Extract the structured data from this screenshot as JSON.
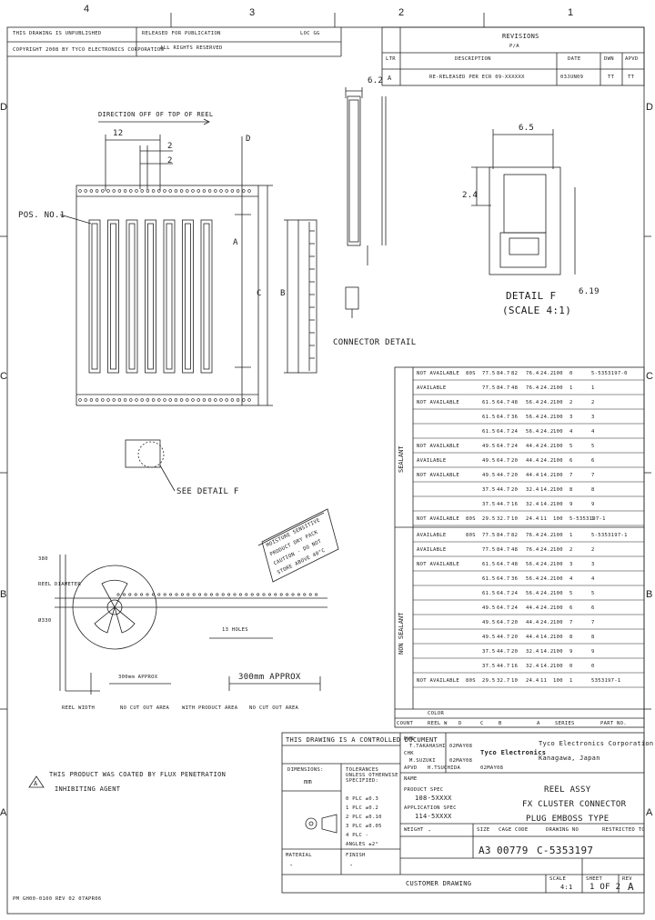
{
  "zones": {
    "columns": [
      "4",
      "3",
      "2",
      "1"
    ],
    "rows": [
      "D",
      "C",
      "B",
      "A"
    ]
  },
  "header": {
    "left_line1": "THIS DRAWING IS UNPUBLISHED",
    "left_line2": "COPYRIGHT 2008 BY TYCO ELECTRONICS CORPORATION",
    "mid_line1": "RELEASED FOR PUBLICATION",
    "mid_line2": "ALL RIGHTS RESERVED",
    "date_code": "LOC GG"
  },
  "revisions": {
    "title": "REVISIONS",
    "cols": [
      "LTR",
      "DESCRIPTION",
      "DATE",
      "DWN",
      "APVD"
    ],
    "sub": "P/A",
    "row_ltr": "A",
    "row_desc": "RE-RELEASED PER ECR 09-XXXXXX",
    "row_date": "03JUN09",
    "row_dwn": "TT",
    "row_apvd": "TT"
  },
  "dims": {
    "d62": "6.2",
    "d65": "6.5",
    "d24": "2.4",
    "d12": "12",
    "d2a": "2",
    "d2b": "2",
    "d619": "6.19",
    "dim_a": "A",
    "dim_b": "B",
    "dim_c": "C",
    "dim_d": "D",
    "hole": "13 HOLES"
  },
  "labels": {
    "direction": "DIRECTION OFF OF TOP OF REEL",
    "pos1": "POS. NO.1",
    "connector_detail": "CONNECTOR DETAIL",
    "detail_f": "DETAIL F",
    "detail_f_scale": "(SCALE 4:1)",
    "see_detail": "SEE DETAIL F",
    "reel_width": "REEL WIDTH",
    "no_cutout": "NO CUT OUT AREA",
    "with_product": "WITH PRODUCT AREA",
    "approx_a": "300mm APPROX",
    "approx_b": "300mm APPROX",
    "reel_dia1": "380",
    "reel_dia2": "REEL DIAMETER",
    "reel_dia3": "Ø330",
    "warning1": "MOISTURE SENSITIVE",
    "warning2": "PRODUCT DRY PACK",
    "warning3": "CAUTION - DO NOT",
    "warning4": "STORE ABOVE 40°C"
  },
  "note": {
    "mark": "A",
    "line1": "THIS PRODUCT WAS COATED BY FLUX PENETRATION",
    "line2": "INHIBITING AGENT"
  },
  "table": {
    "group_top": "SEALANT",
    "group_bottom": "NON SEALANT",
    "footer_cols": [
      "COUNT",
      "REEL W",
      "D",
      "C",
      "B",
      "A",
      "SERIES",
      "PART NO."
    ],
    "footer_note": "COLOR",
    "rows_top": [
      [
        "NOT AVAILABLE",
        "80S",
        "77.5",
        "84.7",
        "82",
        "76.4",
        "24.2",
        "100",
        "0",
        "5-5353197-0"
      ],
      [
        "AVAILABLE",
        "",
        "77.5",
        "84.7",
        "48",
        "76.4",
        "24.2",
        "100",
        "1",
        "1"
      ],
      [
        "NOT AVAILABLE",
        "",
        "61.5",
        "64.7",
        "48",
        "56.4",
        "24.2",
        "100",
        "2",
        "2"
      ],
      [
        "",
        "",
        "61.5",
        "64.7",
        "36",
        "56.4",
        "24.2",
        "100",
        "3",
        "3"
      ],
      [
        "",
        "",
        "61.5",
        "64.7",
        "24",
        "56.4",
        "24.2",
        "100",
        "4",
        "4"
      ],
      [
        "NOT AVAILABLE",
        "",
        "49.5",
        "64.7",
        "24",
        "44.4",
        "24.2",
        "100",
        "5",
        "5"
      ],
      [
        "AVAILABLE",
        "",
        "49.5",
        "64.7",
        "20",
        "44.4",
        "24.2",
        "100",
        "6",
        "6"
      ],
      [
        "NOT AVAILABLE",
        "",
        "49.5",
        "44.7",
        "20",
        "44.4",
        "14.2",
        "100",
        "7",
        "7"
      ],
      [
        "",
        "",
        "37.5",
        "44.7",
        "20",
        "32.4",
        "14.2",
        "100",
        "8",
        "8"
      ],
      [
        "",
        "",
        "37.5",
        "44.7",
        "16",
        "32.4",
        "14.2",
        "100",
        "9",
        "9"
      ],
      [
        "NOT AVAILABLE",
        "80S",
        "29.5",
        "32.7",
        "10",
        "24.4",
        "11",
        "100",
        "5-5353197-1",
        "1"
      ]
    ],
    "rows_bottom": [
      [
        "AVAILABLE",
        "80S",
        "77.5",
        "84.7",
        "82",
        "76.4",
        "24.2",
        "100",
        "1",
        "5-5353197-1"
      ],
      [
        "AVAILABLE",
        "",
        "77.5",
        "84.7",
        "48",
        "76.4",
        "24.2",
        "100",
        "2",
        "2"
      ],
      [
        "NOT AVAILABLE",
        "",
        "61.5",
        "64.7",
        "48",
        "56.4",
        "24.2",
        "100",
        "3",
        "3"
      ],
      [
        "",
        "",
        "61.5",
        "64.7",
        "36",
        "56.4",
        "24.2",
        "100",
        "4",
        "4"
      ],
      [
        "",
        "",
        "61.5",
        "64.7",
        "24",
        "56.4",
        "24.2",
        "100",
        "5",
        "5"
      ],
      [
        "",
        "",
        "49.5",
        "64.7",
        "24",
        "44.4",
        "24.2",
        "100",
        "6",
        "6"
      ],
      [
        "",
        "",
        "49.5",
        "64.7",
        "20",
        "44.4",
        "24.2",
        "100",
        "7",
        "7"
      ],
      [
        "",
        "",
        "49.5",
        "44.7",
        "20",
        "44.4",
        "14.2",
        "100",
        "8",
        "8"
      ],
      [
        "",
        "",
        "37.5",
        "44.7",
        "20",
        "32.4",
        "14.2",
        "100",
        "9",
        "9"
      ],
      [
        "",
        "",
        "37.5",
        "44.7",
        "16",
        "32.4",
        "14.2",
        "100",
        "0",
        "0"
      ],
      [
        "NOT AVAILABLE",
        "80S",
        "29.5",
        "32.7",
        "10",
        "24.4",
        "11",
        "100",
        "1",
        "5353197-1"
      ]
    ]
  },
  "titleblock": {
    "controlled": "THIS DRAWING IS A CONTROLLED DOCUMENT",
    "drawn_label": "DWN",
    "drawn": "T.TAKAHASHI",
    "chk_label": "CHK",
    "chk": "M.SUZUKI",
    "appr_label": "APVD",
    "appr": "H.TSUCHIDA",
    "date_a": "02MAY08",
    "date_b": "02MAY08",
    "date_c": "02MAY08",
    "company1": "Tyco Electronics Corporation",
    "company2": "Kanagawa, Japan",
    "logo": "Tyco Electronics",
    "prod_spec_label": "PRODUCT SPEC",
    "prod_spec": "108-5XXXX",
    "app_spec_label": "APPLICATION SPEC",
    "app_spec": "114-5XXXX",
    "weight_label": "WEIGHT",
    "weight": "-",
    "name_label": "NAME",
    "name1": "REEL ASSY",
    "name2": "FX CLUSTER CONNECTOR",
    "name3": "PLUG EMBOSS TYPE",
    "size_label": "SIZE",
    "size": "A3",
    "cage_label": "CAGE CODE",
    "cage": "00779",
    "dwg_label": "DRAWING NO",
    "dwg": "C-5353197",
    "restricted_label": "RESTRICTED TO",
    "scale_label": "SCALE",
    "scale": "4:1",
    "sheet_label": "SHEET",
    "sheet": "1 OF 2",
    "rev_label": "REV",
    "rev": "A",
    "customer": "CUSTOMER DRAWING",
    "tol_label": "DIMENSIONS:",
    "tol_unit": "mm",
    "tol_title": "TOLERANCES UNLESS OTHERWISE SPECIFIED:",
    "tol0": "0 PLC  ±0.3",
    "tol1": "1 PLC  ±0.2",
    "tol2": "2 PLC  ±0.10",
    "tol3": "3 PLC  ±0.05",
    "tol4": "4 PLC  -",
    "angles": "ANGLES  ±2°",
    "material": "MATERIAL",
    "finish": "FINISH",
    "material_v": "-",
    "finish_v": "-",
    "footer_left": "PM GH00-0100 REV 02 07APR06"
  }
}
